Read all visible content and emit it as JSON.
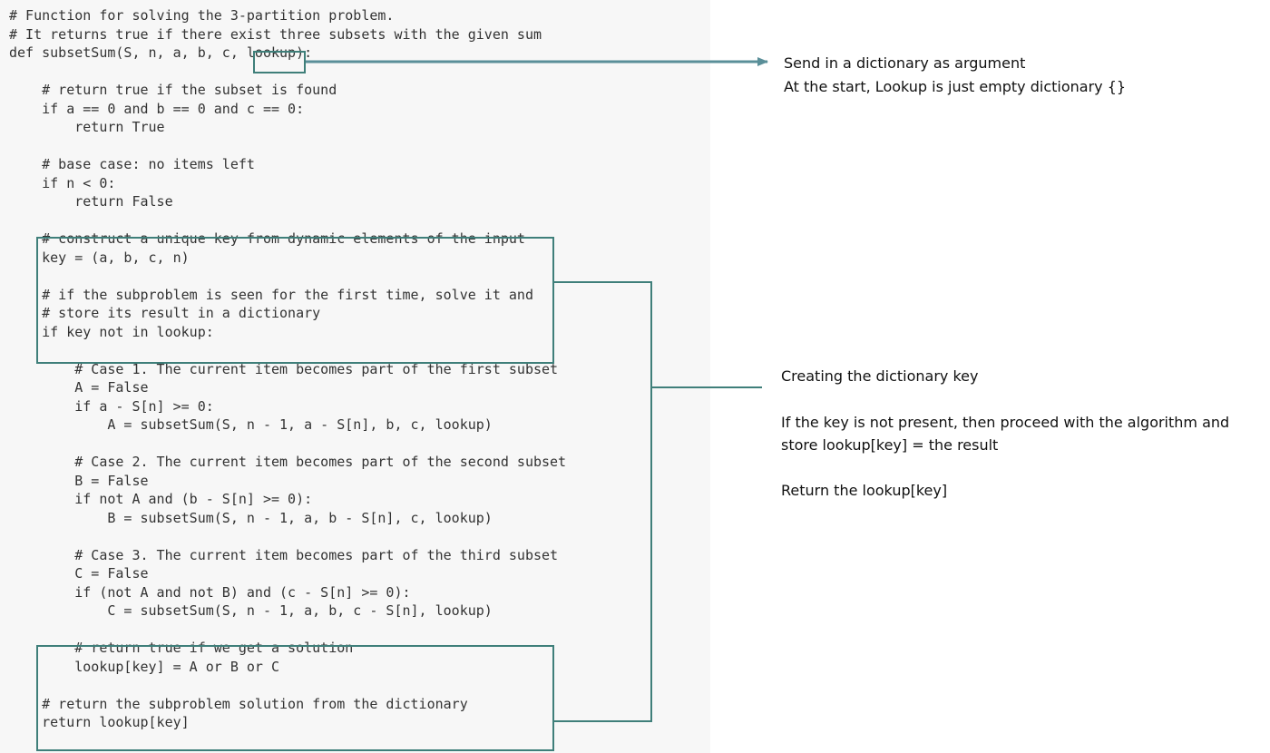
{
  "code": {
    "lines": [
      "# Function for solving the 3-partition problem.",
      "# It returns true if there exist three subsets with the given sum",
      "def subsetSum(S, n, a, b, c, lookup):",
      "",
      "    # return true if the subset is found",
      "    if a == 0 and b == 0 and c == 0:",
      "        return True",
      "",
      "    # base case: no items left",
      "    if n < 0:",
      "        return False",
      "",
      "    # construct a unique key from dynamic elements of the input",
      "    key = (a, b, c, n)",
      "",
      "    # if the subproblem is seen for the first time, solve it and",
      "    # store its result in a dictionary",
      "    if key not in lookup:",
      "",
      "        # Case 1. The current item becomes part of the first subset",
      "        A = False",
      "        if a - S[n] >= 0:",
      "            A = subsetSum(S, n - 1, a - S[n], b, c, lookup)",
      "",
      "        # Case 2. The current item becomes part of the second subset",
      "        B = False",
      "        if not A and (b - S[n] >= 0):",
      "            B = subsetSum(S, n - 1, a, b - S[n], c, lookup)",
      "",
      "        # Case 3. The current item becomes part of the third subset",
      "        C = False",
      "        if (not A and not B) and (c - S[n] >= 0):",
      "            C = subsetSum(S, n - 1, a, b, c - S[n], lookup)",
      "",
      "        # return true if we get a solution",
      "        lookup[key] = A or B or C",
      "",
      "    # return the subproblem solution from the dictionary",
      "    return lookup[key]"
    ]
  },
  "annotations": {
    "lookup_note": {
      "line1": "Send in a dictionary as argument",
      "line2": "At the start, Lookup is  just empty dictionary {}"
    },
    "key_note": {
      "line1": "Creating the dictionary key",
      "line2": "If the key is not present, then proceed with the algorithm and",
      "line3": "store lookup[key] = the result",
      "line4": "Return the lookup[key]"
    }
  },
  "colors": {
    "box": "#3f7f7a",
    "arrow": "#5a8f99",
    "code_bg": "#f7f7f7",
    "code_text": "#333333"
  }
}
